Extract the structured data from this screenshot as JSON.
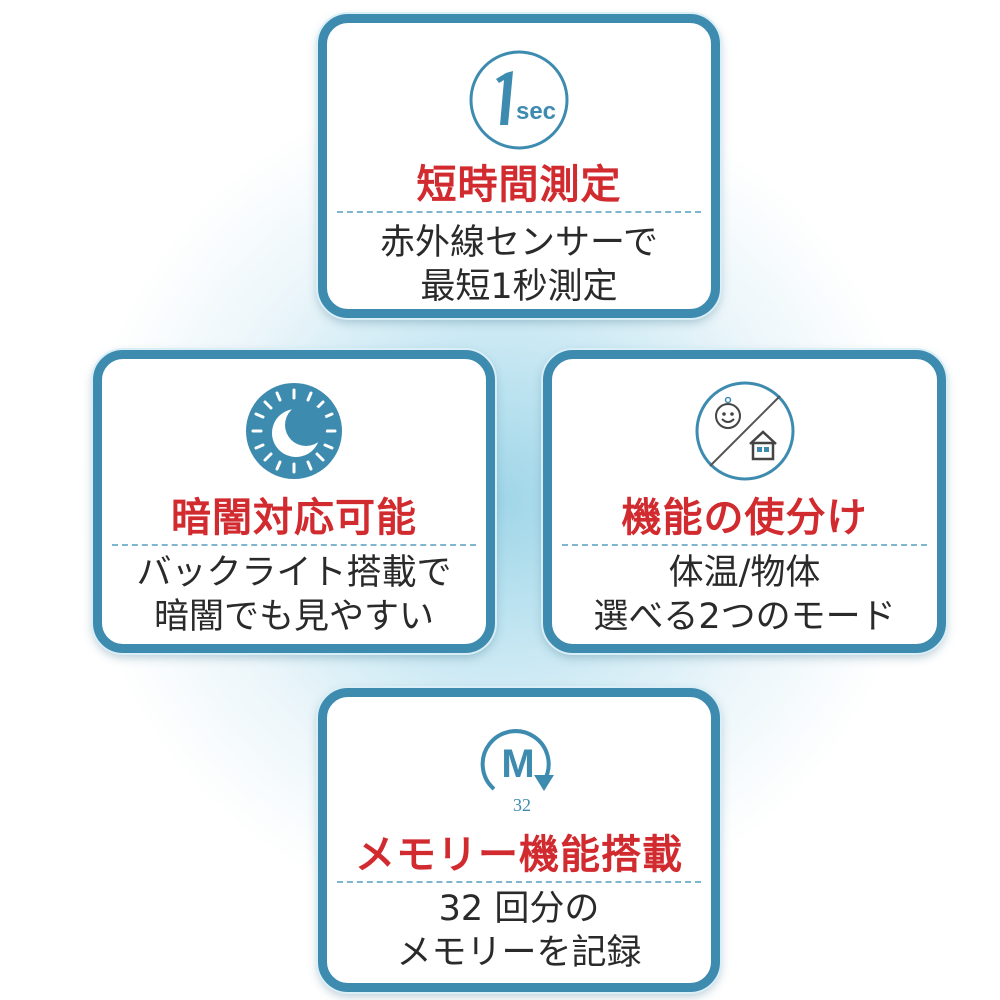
{
  "features": {
    "speed": {
      "icon": "one-second-icon",
      "icon_text": "sec",
      "icon_num": "1",
      "title": "短時間測定",
      "desc_line1": "赤外線センサーで",
      "desc_line2": "最短1秒測定"
    },
    "dark": {
      "icon": "moon-sun-icon",
      "title": "暗闇対応可能",
      "desc_line1": "バックライト搭載で",
      "desc_line2": "暗闇でも見やすい"
    },
    "modes": {
      "icon": "face-house-icon",
      "title": "機能の使分け",
      "desc_line1": "体温/物体",
      "desc_line2": "選べる2つのモード"
    },
    "memory": {
      "icon": "memory-m-icon",
      "icon_letter": "M",
      "icon_count": "32",
      "title": "メモリー機能搭載",
      "desc_line1": "32 回分の",
      "desc_line2": "メモリーを記録"
    }
  },
  "colors": {
    "card_border": "#3e8bb0",
    "title_red": "#d12a2f",
    "icon_blue": "#3e8bb0"
  }
}
